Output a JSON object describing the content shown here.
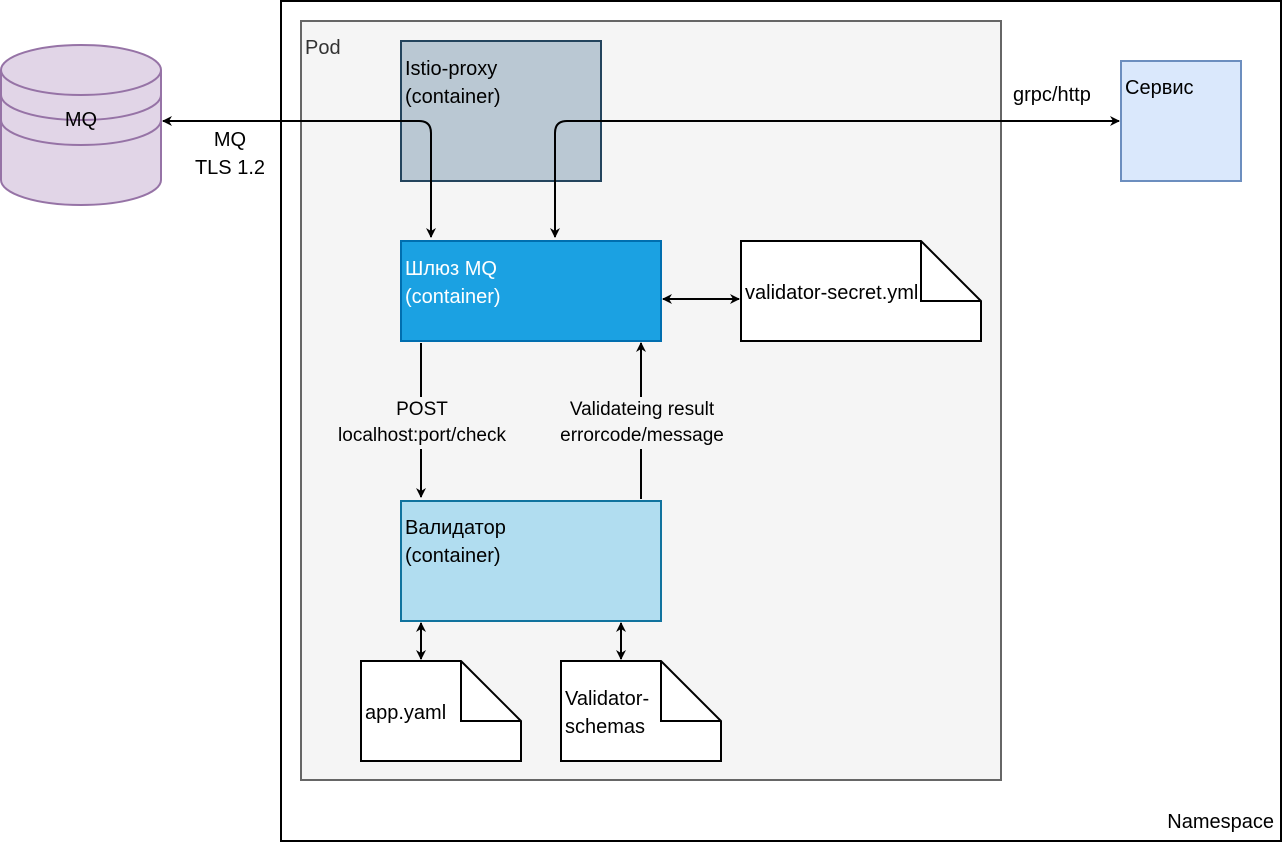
{
  "namespace": {
    "label": "Namespace"
  },
  "pod": {
    "label": "Pod"
  },
  "mq_db": {
    "label": "MQ"
  },
  "mq_link": {
    "line1": "MQ",
    "line2": "TLS 1.2"
  },
  "istio": {
    "line1": "Istio-proxy",
    "line2": "(container)"
  },
  "gateway": {
    "line1": "Шлюз MQ",
    "line2": "(container)"
  },
  "validator": {
    "line1": "Валидатор",
    "line2": "(container)"
  },
  "service": {
    "label": "Сервис"
  },
  "service_link": {
    "label": "grpc/http"
  },
  "secret_file": {
    "label": "validator-secret.yml"
  },
  "app_file": {
    "label": "app.yaml"
  },
  "schemas_file": {
    "line1": "Validator-",
    "line2": "schemas"
  },
  "post_edge": {
    "line1": "POST",
    "line2": "localhost:port/check"
  },
  "result_edge": {
    "line1": "Validateing result",
    "line2": "errorcode/message"
  },
  "colors": {
    "pod_fill": "#f5f5f5",
    "pod_stroke": "#666666",
    "istio_fill": "#bac8d3",
    "istio_stroke": "#23445d",
    "gateway_fill": "#1ba1e2",
    "gateway_stroke": "#006eaf",
    "validator_fill": "#b1ddf0",
    "validator_stroke": "#10739e",
    "service_fill": "#dae8fc",
    "service_stroke": "#6c8ebf",
    "db_fill": "#e1d5e7",
    "db_stroke": "#9673a6"
  }
}
